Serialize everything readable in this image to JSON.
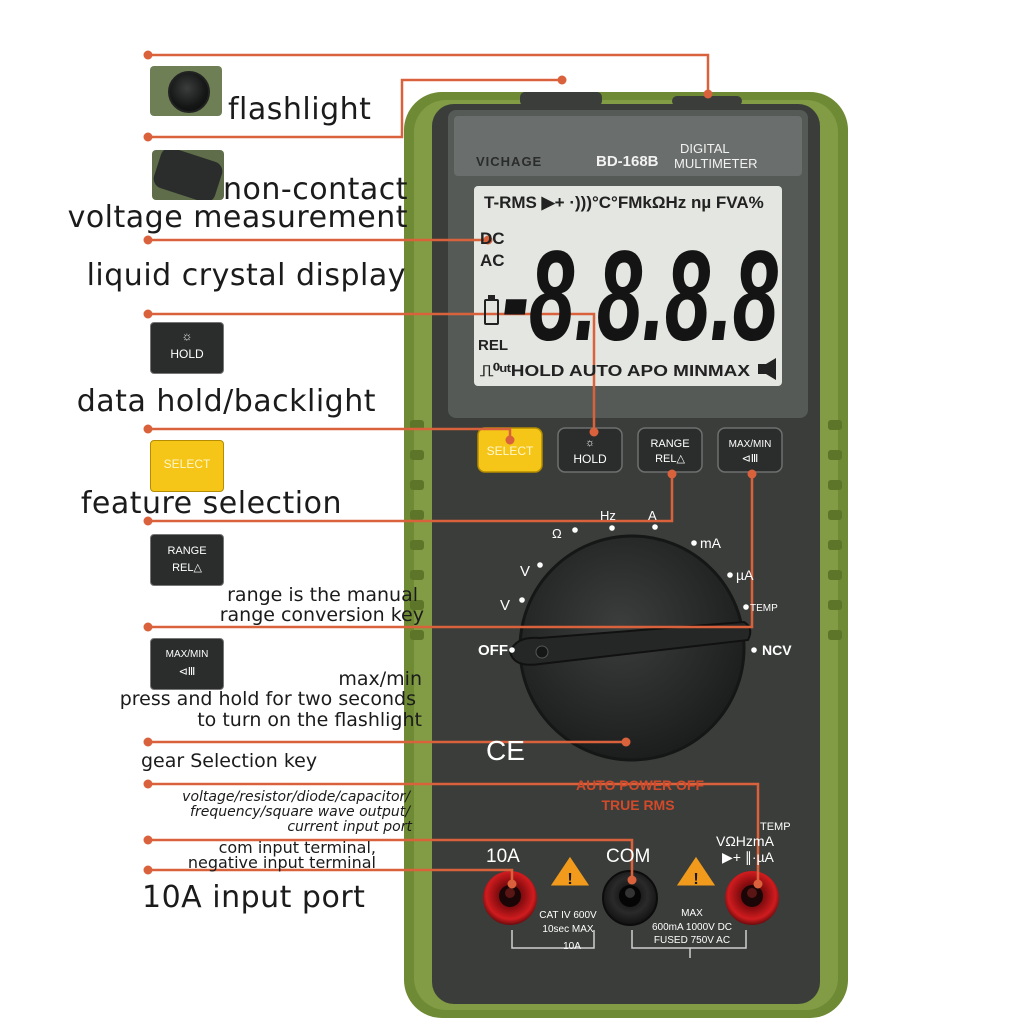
{
  "labels": {
    "flashlight": "flashlight",
    "ncv_1": "non-contact",
    "ncv_2": "voltage measurement",
    "lcd": "liquid crystal display",
    "hold": "data hold/backlight",
    "select": "feature selection",
    "range_1": "range is the manual",
    "range_2": "range conversion key",
    "maxmin_1": "max/min",
    "maxmin_2": "press and hold for two seconds",
    "maxmin_3": "to turn on the flashlight",
    "gear": "gear Selection key",
    "vport_1": "voltage/resistor/diode/capacitor/",
    "vport_2": "frequency/square wave output/",
    "vport_3": "current input port",
    "com_1": "com input terminal,",
    "com_2": "negative input terminal",
    "port10a": "10A input port"
  },
  "thumbs": {
    "hold_label": "HOLD",
    "select_label": "SELECT",
    "range_label_1": "RANGE",
    "range_label_2": "REL△",
    "maxmin_label": "MAX/MIN"
  },
  "meter": {
    "brand": "VICHAGE",
    "model": "BD-168B",
    "title_1": "DIGITAL",
    "title_2": "MULTIMETER",
    "lcd_top": "T-RMS ▶+ ·)))°C°FMkΩHz nµ FVA%",
    "lcd_dc": "DC",
    "lcd_ac": "AC",
    "lcd_rel": "REL",
    "lcd_digits": "-8.8.8.8",
    "lcd_bottom": "⎍⁰ᵘᵗHOLD AUTO APO MINMAX",
    "btn_select": "SELECT",
    "btn_hold": "HOLD",
    "btn_range_1": "RANGE",
    "btn_range_2": "REL△",
    "btn_maxmin": "MAX/MIN",
    "dial_off": "OFF",
    "dial_ncv": "NCV",
    "dial_temp": "TEMP",
    "dial_ohm": "Ω",
    "dial_hz": "Hz",
    "dial_a": "A",
    "dial_ma": "mA",
    "dial_ua": "µA",
    "dial_vdc": "V",
    "dial_vac": "V",
    "ce_mark": "CE",
    "auto_power": "AUTO POWER OFF",
    "true_rms": "TRUE RMS",
    "port_10a": "10A",
    "port_com": "COM",
    "port_temp": "TEMP",
    "port_v": "VΩHzmA",
    "port_v2": "▶+ ∥·µA",
    "cat_1": "CAT IV 600V",
    "cat_2": "10sec MAX",
    "bar_10a": "10A",
    "max_1": "MAX",
    "max_2": "600mA 1000V DC",
    "max_3": "FUSED  750V AC"
  },
  "colors": {
    "leader": "#d9623c",
    "body_green": "#6e8a35",
    "face": "#3a3d3a",
    "lcd_bg": "#e3e6e1",
    "select_yellow": "#f5c518",
    "port_red": "#c8181b",
    "auto_text": "#d24a2a"
  }
}
